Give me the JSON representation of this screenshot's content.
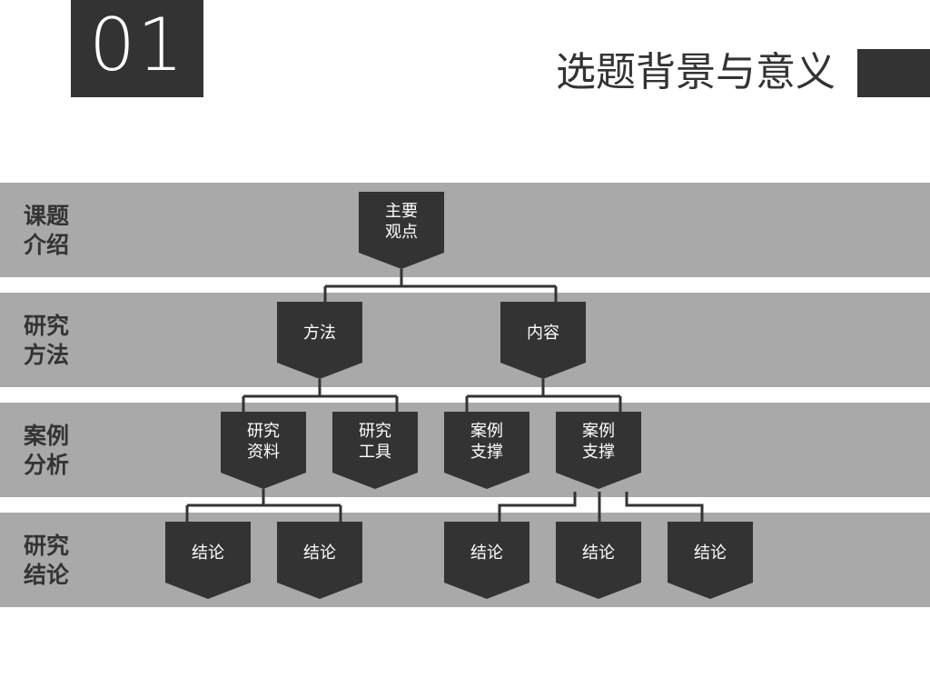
{
  "header": {
    "number": "01",
    "title": "选题背景与意义"
  },
  "bands": [
    {
      "line1": "课题",
      "line2": "介绍"
    },
    {
      "line1": "研究",
      "line2": "方法"
    },
    {
      "line1": "案例",
      "line2": "分析"
    },
    {
      "line1": "研究",
      "line2": "结论"
    }
  ],
  "nodes": [
    {
      "line1": "主要",
      "line2": "观点"
    },
    {
      "line1": "方法",
      "line2": ""
    },
    {
      "line1": "内容",
      "line2": ""
    },
    {
      "line1": "研究",
      "line2": "资料"
    },
    {
      "line1": "研究",
      "line2": "工具"
    },
    {
      "line1": "案例",
      "line2": "支撑"
    },
    {
      "line1": "案例",
      "line2": "支撑"
    },
    {
      "line1": "结论",
      "line2": ""
    },
    {
      "line1": "结论",
      "line2": ""
    },
    {
      "line1": "结论",
      "line2": ""
    },
    {
      "line1": "结论",
      "line2": ""
    },
    {
      "line1": "结论",
      "line2": ""
    }
  ],
  "colors": {
    "dark": "#333333",
    "band": "#a9a9a9",
    "background": "#ffffff"
  }
}
